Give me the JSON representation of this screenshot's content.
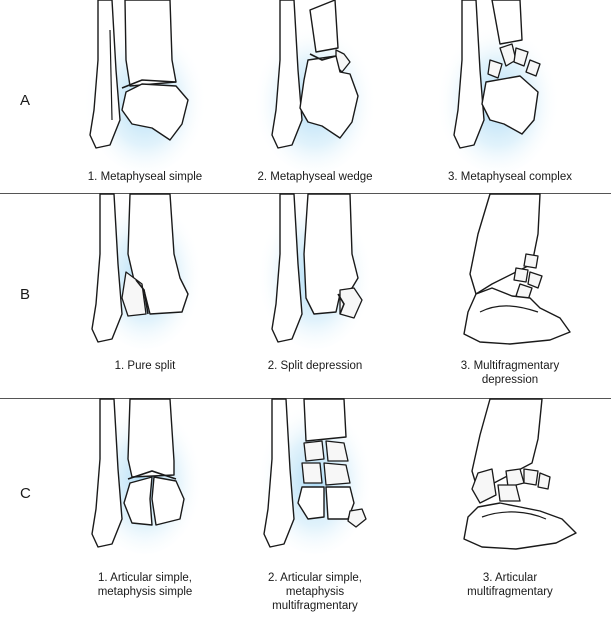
{
  "rows": [
    {
      "label": "A",
      "panels": [
        {
          "caption": "1. Metaphyseal simple"
        },
        {
          "caption": "2. Metaphyseal wedge"
        },
        {
          "caption": "3. Metaphyseal complex"
        }
      ]
    },
    {
      "label": "B",
      "panels": [
        {
          "caption": "1. Pure split"
        },
        {
          "caption": "2. Split depression"
        },
        {
          "caption": "3. Multifragmentary\ndepression"
        }
      ]
    },
    {
      "label": "C",
      "panels": [
        {
          "caption": "1. Articular simple,\nmetaphysis simple"
        },
        {
          "caption": "2. Articular simple,\nmetaphysis\nmultifragmentary"
        },
        {
          "caption": "3. Articular\nmultifragmentary"
        }
      ]
    }
  ],
  "colors": {
    "glow": "#bfe3f7",
    "line": "#1a1a1a",
    "divider": "#555555"
  }
}
